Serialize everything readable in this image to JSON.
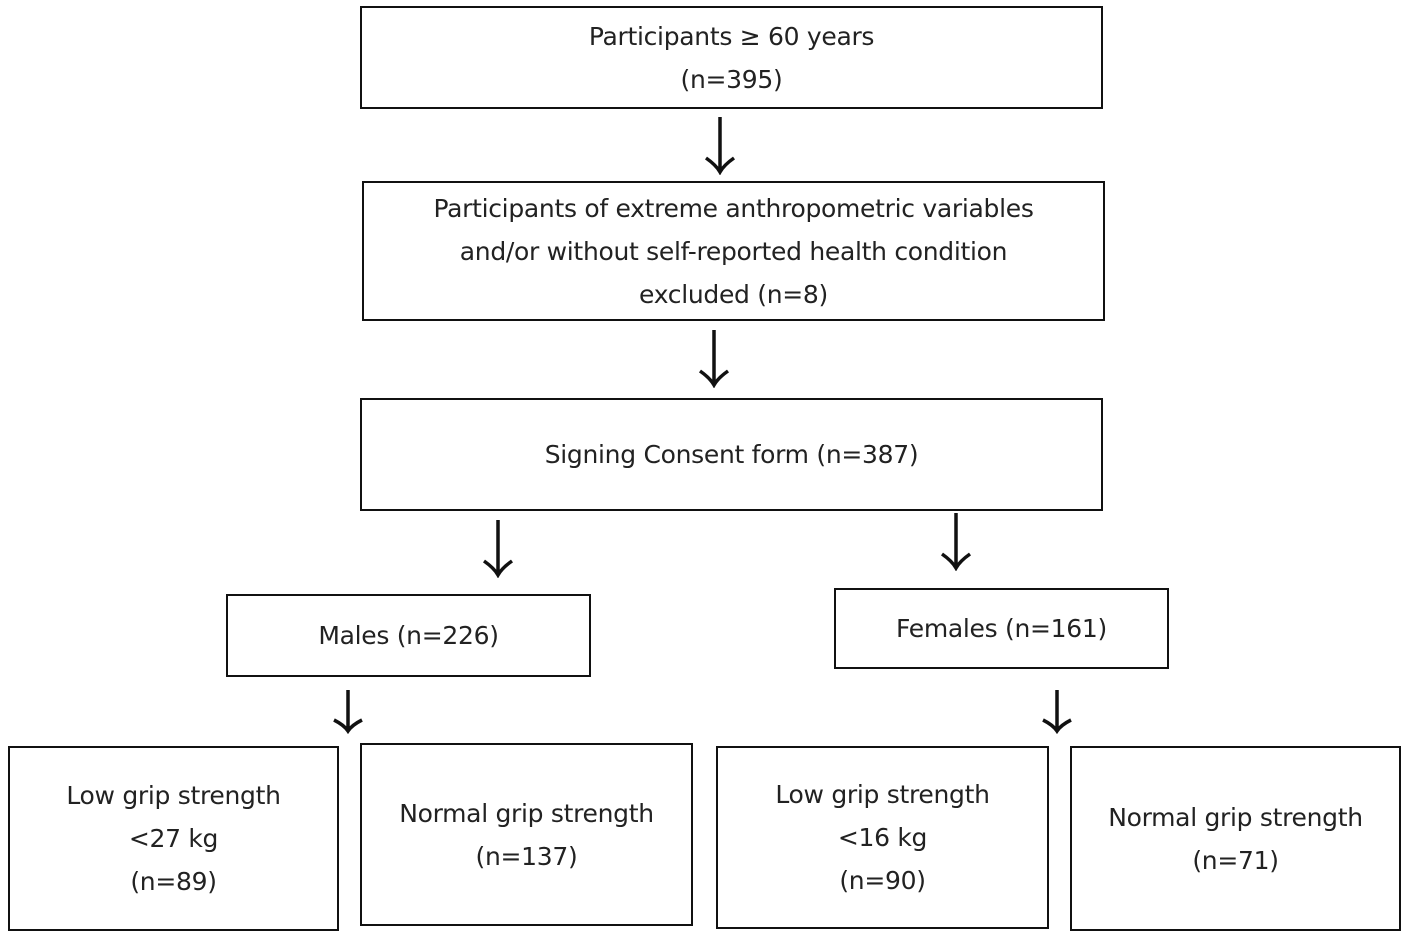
{
  "boxes": {
    "participants": {
      "line1": "Participants ≥ 60 years",
      "line2": "(n=395)"
    },
    "excluded": {
      "line1": "Participants of extreme anthropometric variables",
      "line2": "and/or without self-reported health condition",
      "line3": "excluded (n=8)"
    },
    "consent": {
      "line1": "Signing Consent form (n=387)"
    },
    "males": {
      "line1": "Males (n=226)"
    },
    "females": {
      "line1": "Females (n=161)"
    },
    "males_low": {
      "line1": "Low grip strength",
      "line2": "<27 kg",
      "line3": "(n=89)"
    },
    "males_normal": {
      "line1": "Normal grip strength",
      "line2": "(n=137)"
    },
    "females_low": {
      "line1": "Low grip strength",
      "line2": "<16 kg",
      "line3": "(n=90)"
    },
    "females_normal": {
      "line1": "Normal grip strength",
      "line2": "(n=71)"
    }
  }
}
